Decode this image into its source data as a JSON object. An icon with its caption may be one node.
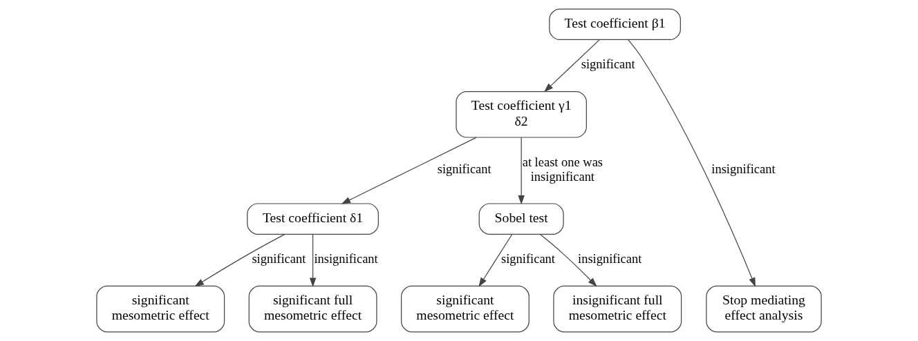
{
  "diagram": {
    "nodes": [
      {
        "text": [
          "Test coefficient β1"
        ]
      },
      {
        "text": [
          "Test coefficient γ1 δ2"
        ]
      },
      {
        "text": [
          "Test coefficient δ1"
        ]
      },
      {
        "text": [
          "Sobel test"
        ]
      },
      {
        "text": [
          "significant mesometric effect"
        ]
      },
      {
        "text": [
          "significant full mesometric effect"
        ]
      },
      {
        "text": [
          "significant mesometric effect"
        ]
      },
      {
        "text": [
          "insignificant full mesometric effect"
        ]
      },
      {
        "text": [
          "Stop mediating effect analysis"
        ]
      }
    ],
    "edges": [
      {
        "from": 0,
        "to": 1,
        "arrow": "to",
        "label": "significant"
      },
      {
        "from": 1,
        "to": 2,
        "arrow": "to",
        "label": "significant"
      },
      {
        "from": 1,
        "to": 3,
        "arrow": "to",
        "label": "at least one was insignificant"
      },
      {
        "from": 2,
        "to": 4,
        "arrow": "to",
        "label": "significant"
      },
      {
        "from": 2,
        "to": 5,
        "arrow": "to",
        "label": "insignificant"
      },
      {
        "from": 3,
        "to": 6,
        "arrow": "to",
        "label": "significant"
      },
      {
        "from": 3,
        "to": 7,
        "arrow": "to",
        "label": "insignificant"
      },
      {
        "from": 0,
        "to": 8,
        "arrow": "to",
        "label": "insignificant"
      }
    ]
  }
}
